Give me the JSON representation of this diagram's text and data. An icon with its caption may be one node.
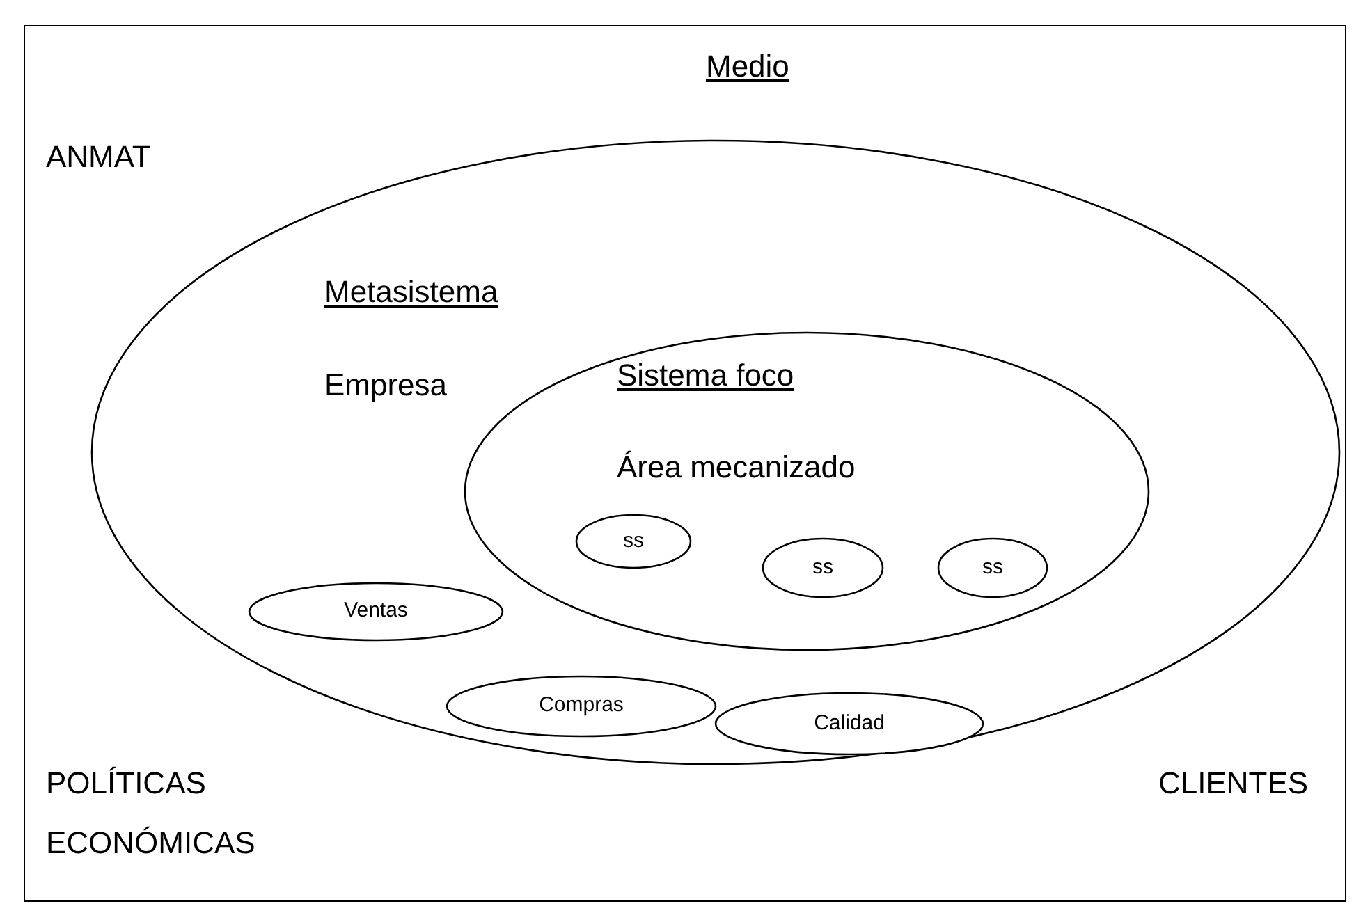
{
  "diagram": {
    "nodes": [
      {
        "text": [
          "Medio",
          "ANMAT",
          "POLÍTICAS ECONÓMICAS",
          "CLIENTES"
        ]
      },
      {
        "text": [
          "Metasistema",
          "Empresa"
        ],
        "in": 0
      },
      {
        "text": [
          "Sistema foco",
          "Área mecanizado"
        ],
        "in": 1
      },
      {
        "text": [
          "ss"
        ],
        "in": 2
      },
      {
        "text": [
          "ss"
        ],
        "in": 2
      },
      {
        "text": [
          "ss"
        ],
        "in": 2
      },
      {
        "text": [
          "Ventas"
        ],
        "in": 1
      },
      {
        "text": [
          "Compras"
        ],
        "in": 1
      },
      {
        "text": [
          "Calidad"
        ],
        "in": 1
      }
    ]
  }
}
